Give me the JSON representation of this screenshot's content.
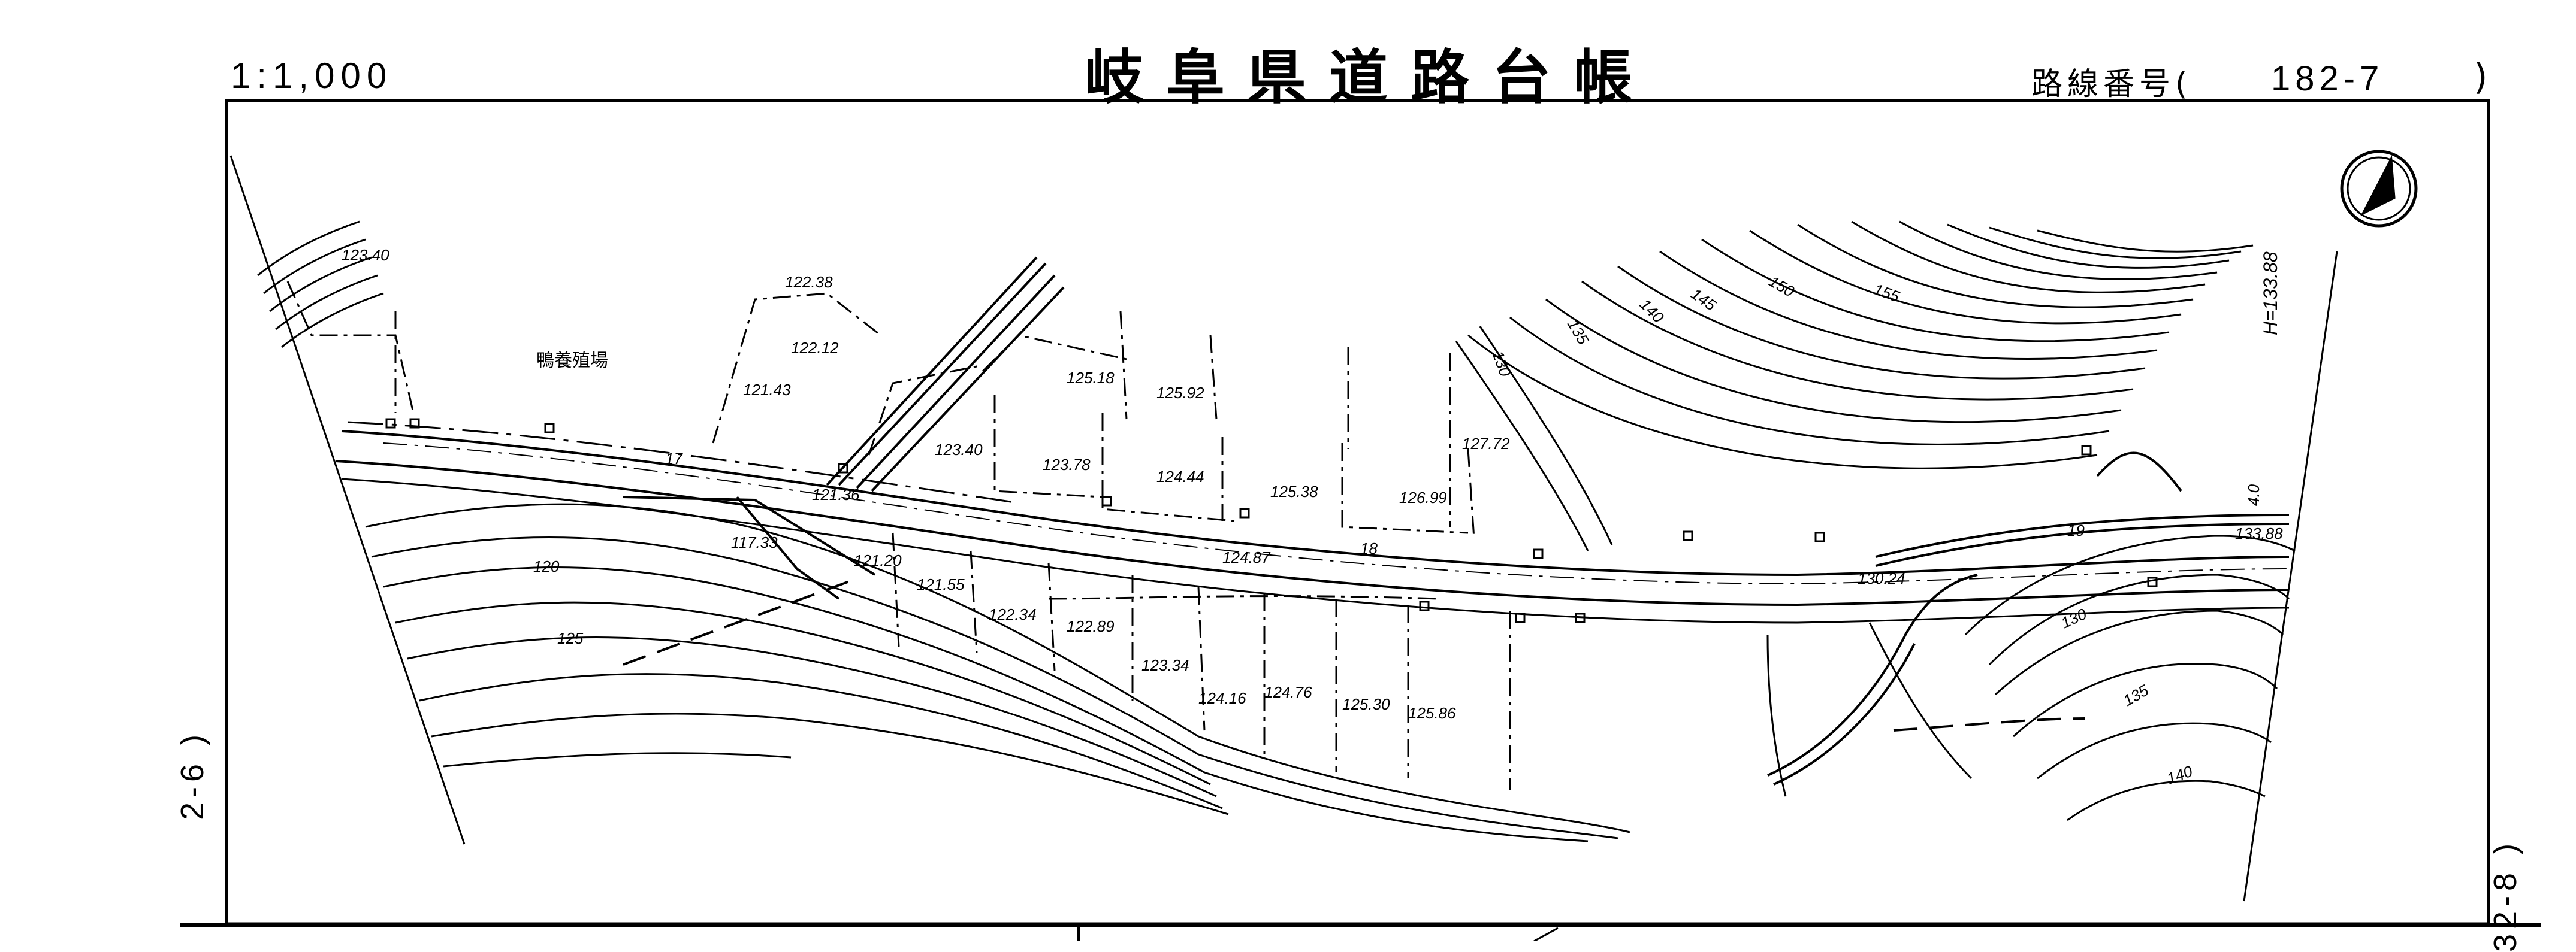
{
  "header": {
    "scale": "1:1,000",
    "title": "岐阜県道路台帳",
    "route_label": "路線番号(",
    "route_number": "182-7",
    "route_close": ")"
  },
  "edges": {
    "prev_sheet": "2-6 )",
    "next_sheet": "32-8 )"
  },
  "map": {
    "facility_label": "鴨養殖場",
    "north_arrow": "north-arrow-icon",
    "height_marker": "H=133.88",
    "road_stations": [
      "17",
      "18",
      "19"
    ],
    "elevations_top": [
      "123.40",
      "122.38",
      "122.12",
      "121.43",
      "121.36",
      "123.40",
      "123.78",
      "125.18",
      "124.44",
      "125.92",
      "125.38",
      "126.99",
      "127.72",
      "124.87",
      "130.24",
      "133.88"
    ],
    "elevations_bottom": [
      "117.33",
      "121.20",
      "121.55",
      "122.34",
      "122.89",
      "123.34",
      "124.16",
      "124.76",
      "125.30",
      "125.86"
    ],
    "contours": [
      "120",
      "125",
      "130",
      "135",
      "140",
      "145",
      "150",
      "155",
      "130",
      "135",
      "140"
    ],
    "small_marks": [
      "4.0"
    ]
  }
}
